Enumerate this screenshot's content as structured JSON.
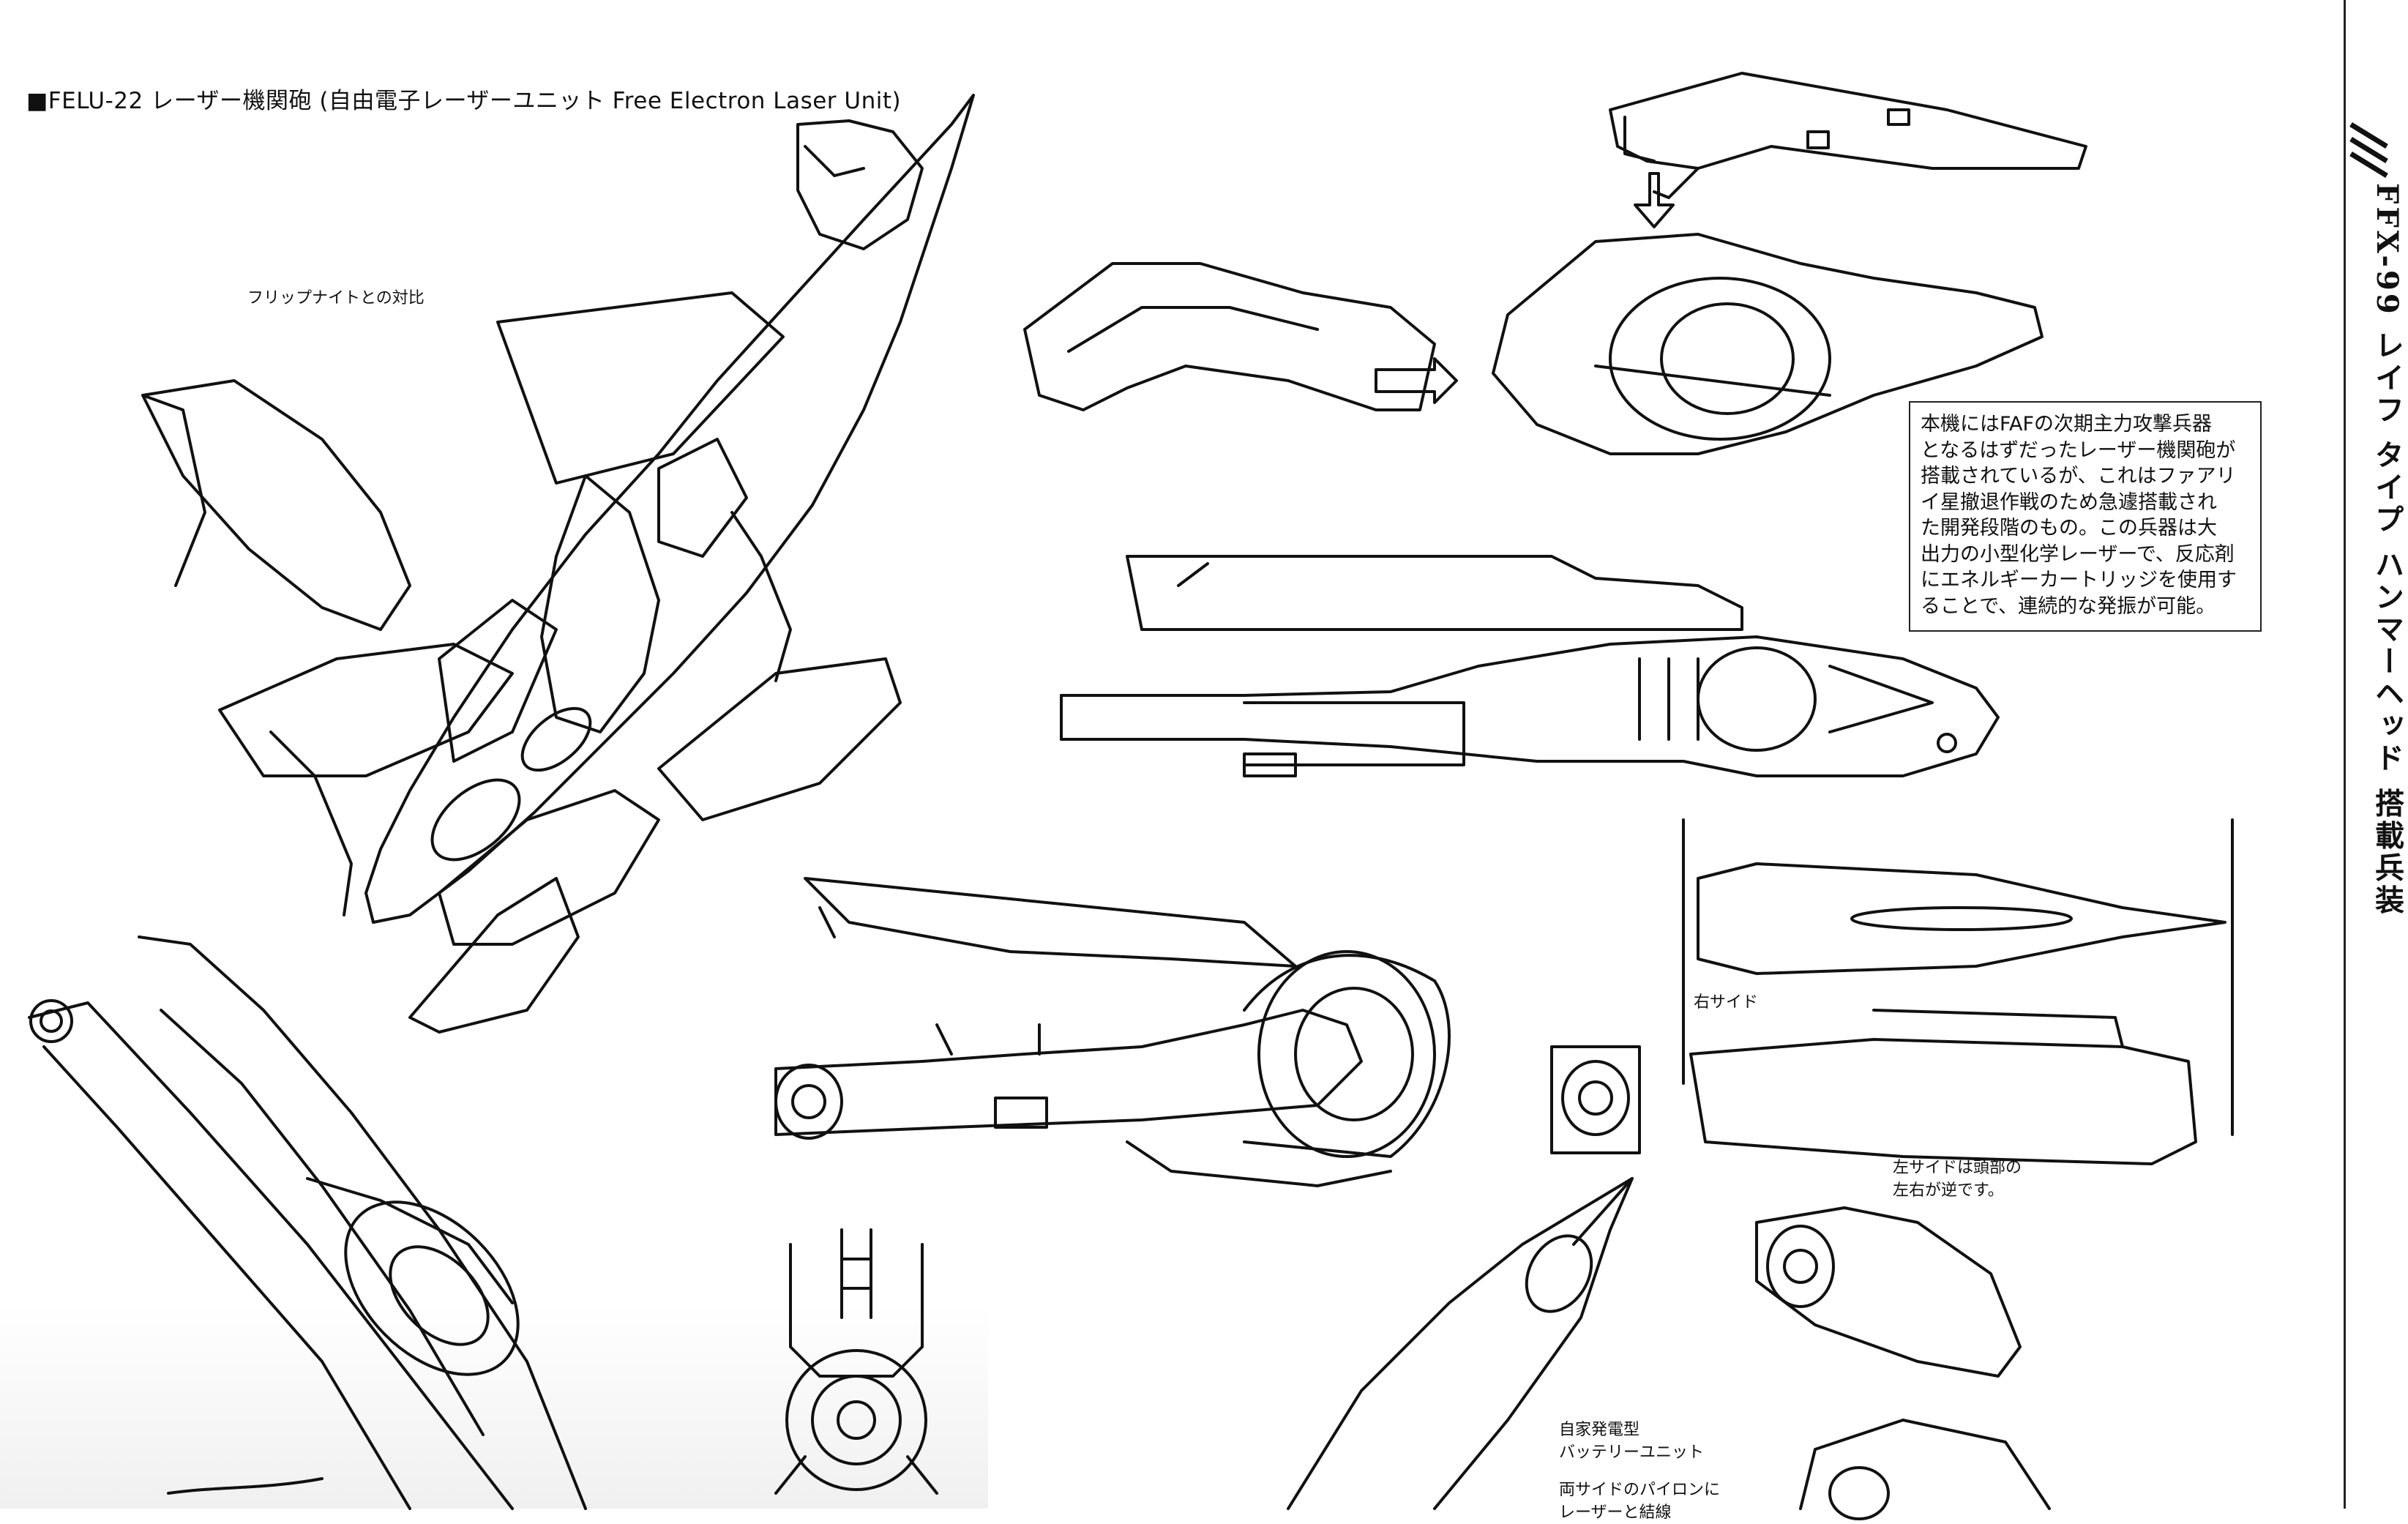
{
  "heading": "■FELU-22 レーザー機関砲 (自由電子レーザーユニット Free Electron Laser Unit)",
  "notes": {
    "comparison": "フリップナイトとの対比",
    "right_side": "右サイド",
    "left_side": [
      "左サイドは頭部の",
      "左右が逆です。"
    ],
    "battery": [
      "自家発電型",
      "バッテリーユニット"
    ],
    "pylon": [
      "両サイドのパイロンに",
      "レーザーと結線"
    ]
  },
  "infobox": {
    "lines": [
      "本機にはFAFの次期主力攻撃兵器",
      "となるはずだったレーザー機関砲が",
      "搭載されているが、これはファアリ",
      "イ星撤退作戦のため急遽搭載され",
      "た開発段階のもの。この兵器は大",
      "出力の小型化学レーザーで、反応剤",
      "にエネルギーカートリッジを使用す",
      "ることで、連続的な発振が可能。"
    ]
  },
  "side_title": "FFX-99 レイフ タイプ ハンマーヘッド 搭載兵装"
}
